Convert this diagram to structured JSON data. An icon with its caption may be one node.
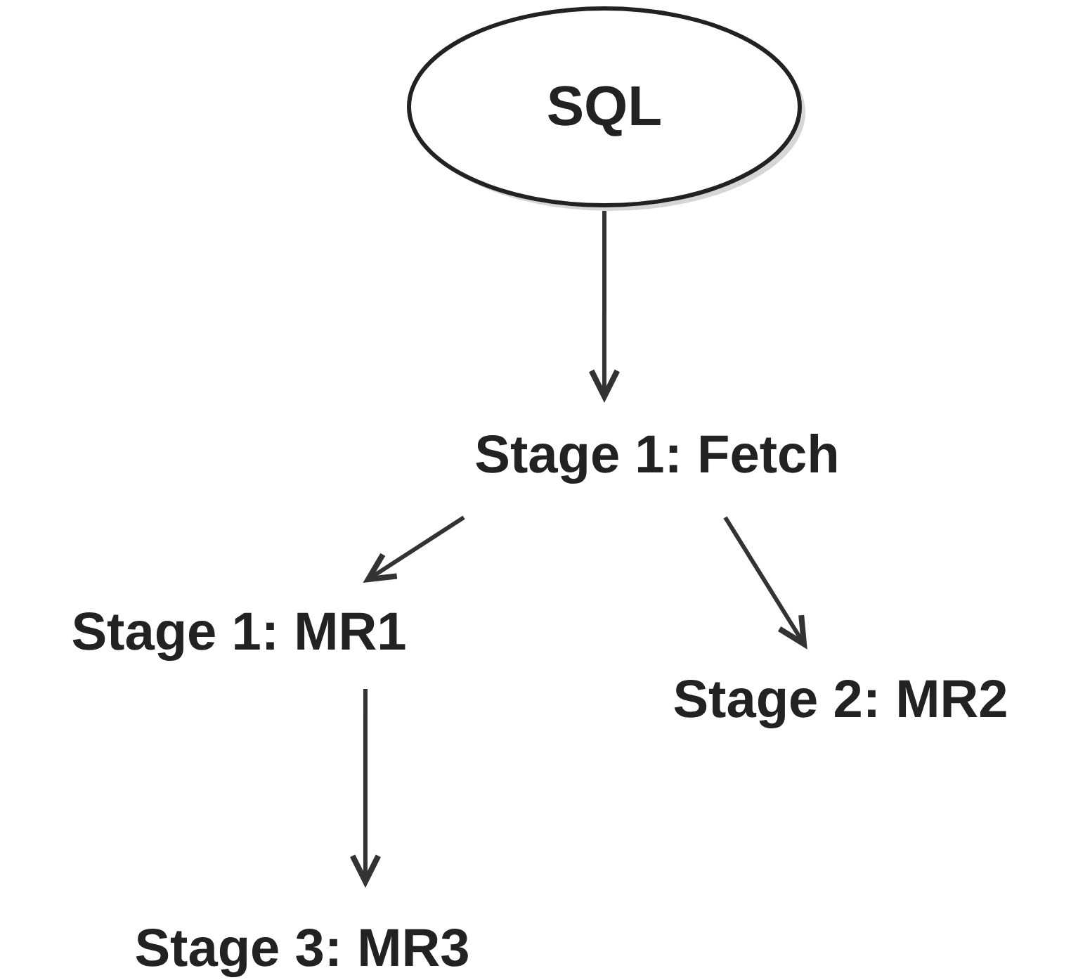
{
  "diagram": {
    "nodes": [
      {
        "text": [
          "SQL"
        ]
      },
      {
        "text": [
          "Stage 1: Fetch"
        ]
      },
      {
        "text": [
          "Stage 1: MR1"
        ]
      },
      {
        "text": [
          "Stage 2: MR2"
        ]
      },
      {
        "text": [
          "Stage 3: MR3"
        ]
      }
    ],
    "edges": [
      {
        "from": 0,
        "to": 1,
        "arrow": "to"
      },
      {
        "from": 1,
        "to": 2,
        "arrow": "to"
      },
      {
        "from": 1,
        "to": 3,
        "arrow": "to"
      },
      {
        "from": 2,
        "to": 4,
        "arrow": "to"
      }
    ]
  }
}
